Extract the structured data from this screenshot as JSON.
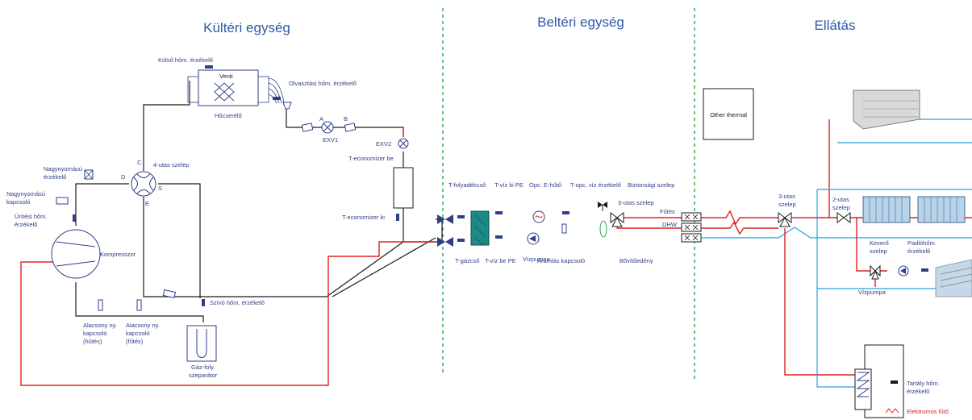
{
  "sections": {
    "outdoor": "Kültéri egység",
    "indoor": "Beltéri egység",
    "supply": "Ellátás"
  },
  "labels": {
    "kulso_hom": "Külső hőm. érzékelő",
    "venti": "Venti",
    "olvasztasi": "Olvasztási hőm. érzékelő",
    "hocserelo": "Hőcserélő",
    "exv1": "EXV1",
    "exv2": "EXV2",
    "point_a": "A",
    "point_b": "B",
    "point_c": "C",
    "point_d": "D",
    "point_s": "S",
    "point_e": "E",
    "negyutas": "4-utas szelep",
    "nagynyomasu_erz_1": "Nagynyomású",
    "nagynyomasu_erz_2": "érzékelő",
    "nagynyomasu_kap_1": "Nagynyomású",
    "nagynyomasu_kap_2": "kapcsoló",
    "uritesi_1": "Ürítési hőm.",
    "uritesi_2": "érzékelő",
    "kompresszor": "Kompresszor",
    "alacsony_hutes_1": "Alacsony ny.",
    "alacsony_hutes_2": "kapcsoló",
    "alacsony_hutes_3": "(hűtés)",
    "alacsony_futes_1": "Alacsony ny.",
    "alacsony_futes_2": "kapcsoló",
    "alacsony_futes_3": "(fűtés)",
    "szivo": "Szívó hőm. érzékelő",
    "gaz_foly_1": "Gáz-foly.",
    "gaz_foly_2": "szeparátor",
    "t_econ_be": "T-economizer be",
    "t_econ_ki": "T-economizer ki",
    "t_folyadek": "T-folyadékcső",
    "t_viz_ki": "T-víz ki PE",
    "opc_ehuto": "Opc. E-hűtő",
    "t_opc_viz": "T-opc. víz érzékelő",
    "biztonsagi": "Biztonsági szelep",
    "haromutas_1": "3-utas szelep",
    "t_gazcso": "T-gázcső",
    "t_viz_be": "T-víz be PE",
    "vizpumpa_1": "Vízpumpa",
    "aramlas": "Áramlás kapcsoló",
    "bovito": "Bővítőedény",
    "futes": "Fűtés",
    "dhw": "DHW",
    "other_thermal": "Other thermal",
    "haromutas_2a": "3-utas",
    "haromutas_2b": "szelep",
    "ketutas_a": "2-utas",
    "ketutas_b": "szelep",
    "kevero_a": "Keverő",
    "kevero_b": "szelep",
    "padlo_a": "Padlóhőm.",
    "padlo_b": "érzékelő",
    "vizpumpa_2": "Vízpumpa",
    "tartaly_a": "Tartály hőm.",
    "tartaly_b": "érzékelő",
    "elektromos": "Elektromos fűtő"
  },
  "colors": {
    "section_title": "#2e5aa8",
    "label": "#2e3f86",
    "divider": "#2ea84a",
    "refrigerant_pipe": "#1a1a1a",
    "hot_water_pipe": "#e02020",
    "cold_water_pipe": "#2aa0e0",
    "heat_exchanger": "#1e8a86"
  }
}
